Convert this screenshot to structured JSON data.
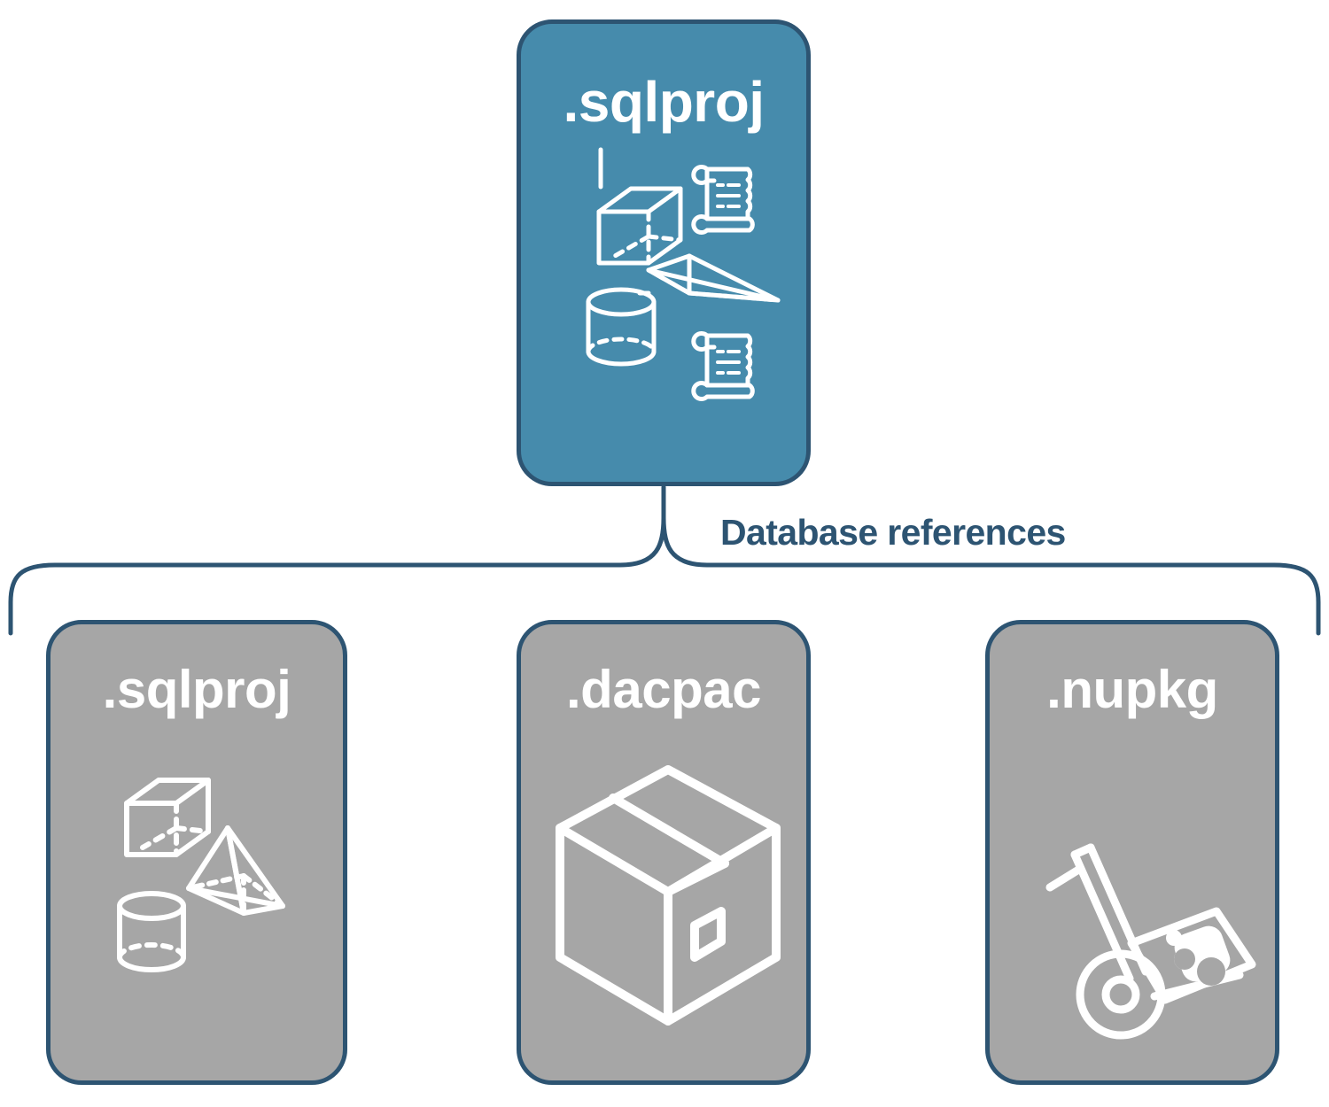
{
  "diagram": {
    "title": "SQL database project database references",
    "type": "hierarchy-bracket",
    "colors": {
      "primary_card_fill": "#468bac",
      "reference_card_fill": "#a6a6a6",
      "outline": "#2d5472",
      "icon": "#ffffff",
      "label_text": "#2d5472",
      "card_text": "#ffffff",
      "background": "#ffffff"
    }
  },
  "root": {
    "label": ".sqlproj",
    "icons": [
      "wireframe-cube-icon",
      "scroll-script-icon",
      "wireframe-pyramid-icon",
      "wireframe-cylinder-icon",
      "scroll-script-icon"
    ]
  },
  "connector": {
    "label": "Database references",
    "style": "curly-brace"
  },
  "references": [
    {
      "label": ".sqlproj",
      "icons": [
        "wireframe-cube-icon",
        "wireframe-pyramid-icon",
        "wireframe-cylinder-icon"
      ]
    },
    {
      "label": ".dacpac",
      "icons": [
        "package-box-icon"
      ]
    },
    {
      "label": ".nupkg",
      "icons": [
        "hand-truck-package-icon"
      ]
    }
  ]
}
